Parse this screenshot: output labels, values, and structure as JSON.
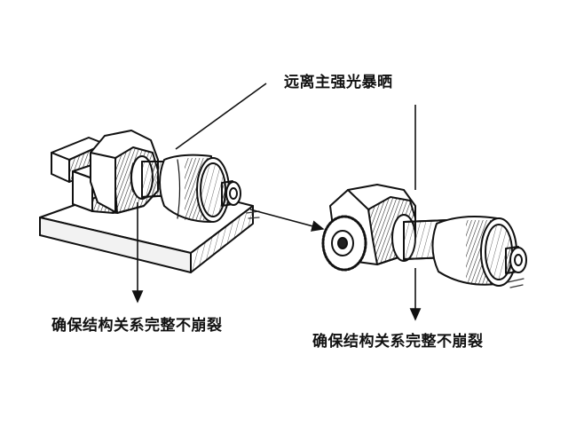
{
  "labels": {
    "top": "远离主强光暴晒",
    "left": "确保结构关系完整不崩裂",
    "right": "确保结构关系完整不崩裂"
  },
  "colors": {
    "ink": "#111111",
    "paper": "#ffffff",
    "shade": "#555555"
  }
}
